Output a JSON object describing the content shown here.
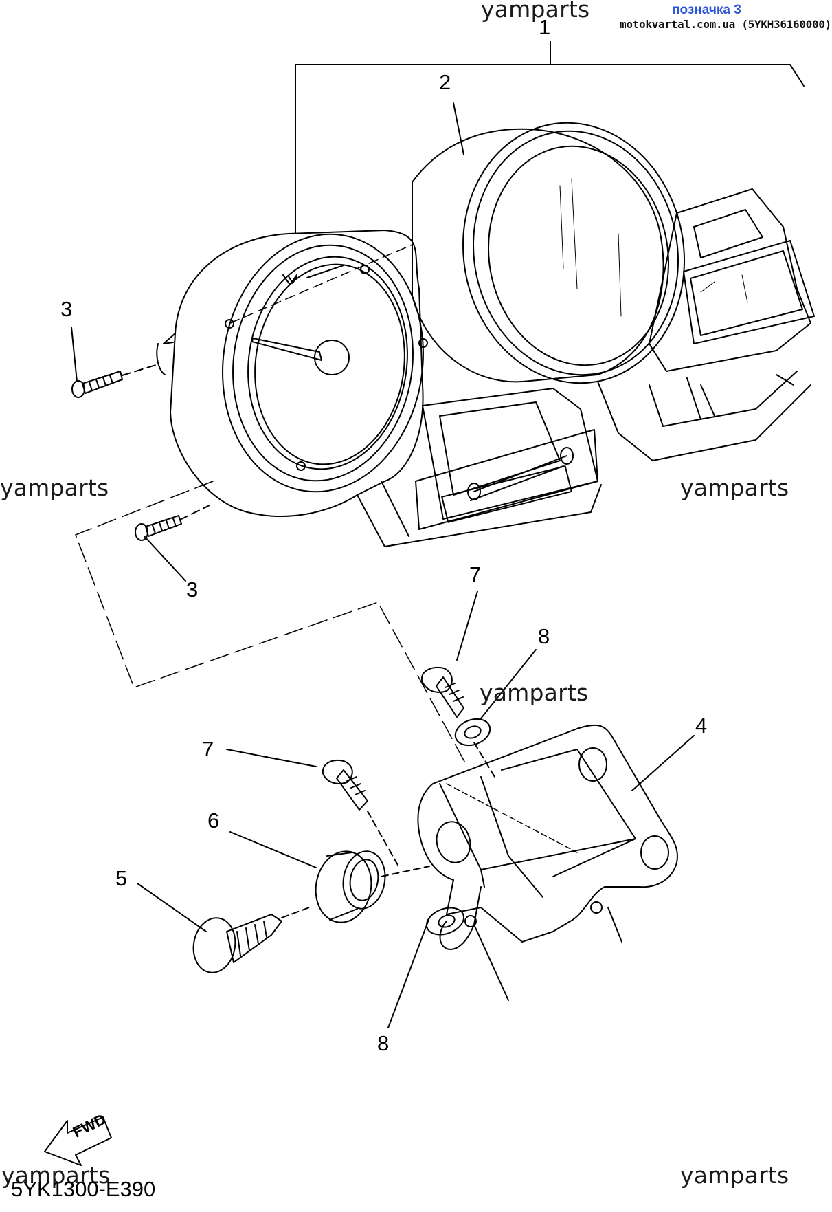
{
  "header": {
    "label": "позначка 3",
    "site": "motokvartal.com.ua (5YKH36160000)"
  },
  "watermarks": [
    "yamparts",
    "yamparts",
    "yamparts",
    "yamparts",
    "yamparts",
    "yamparts"
  ],
  "callouts": [
    "1",
    "2",
    "3",
    "3",
    "4",
    "5",
    "6",
    "7",
    "7",
    "8",
    "8"
  ],
  "fwd_label": "FWD",
  "diagram_code": "5YK1300-E390",
  "colors": {
    "label_blue": "#2b55d8",
    "line": "#000000"
  }
}
